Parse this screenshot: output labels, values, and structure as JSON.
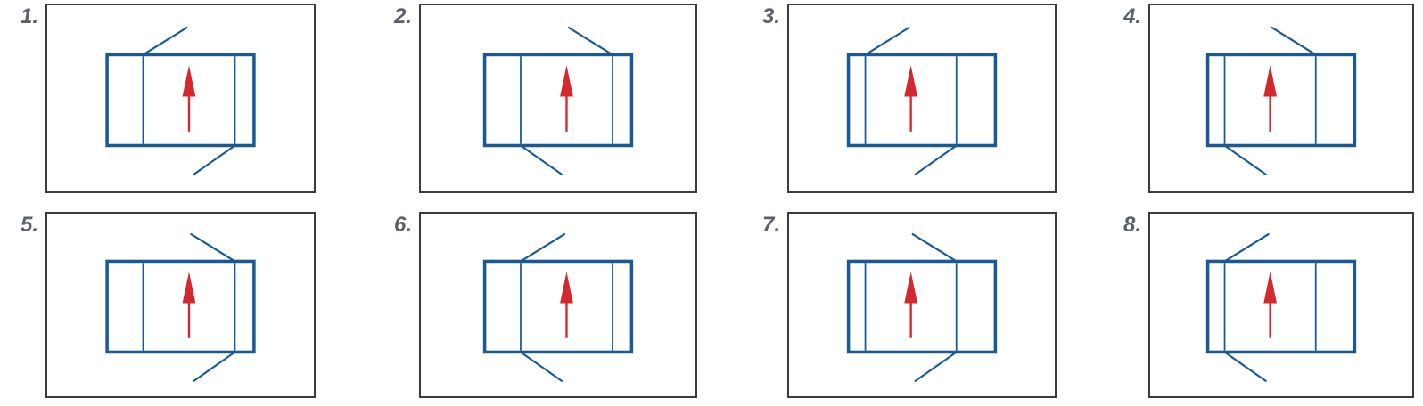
{
  "page": {
    "background": "#ffffff"
  },
  "colors": {
    "figure_blue": "#1a5a94",
    "arrow_red": "#d2282e",
    "panel_border": "#3c3c3c",
    "label_gray": "#5b6169"
  },
  "options": [
    {
      "label": "1.",
      "dividers": [
        0.245,
        0.87
      ],
      "top_diagonal": {
        "attach": "left-divider",
        "direction": "up-right"
      },
      "bottom_diagonal": {
        "attach": "right-divider",
        "direction": "down-left"
      },
      "arrow_direction": "up"
    },
    {
      "label": "2.",
      "dividers": [
        0.245,
        0.87
      ],
      "top_diagonal": {
        "attach": "right-divider",
        "direction": "up-left"
      },
      "bottom_diagonal": {
        "attach": "left-divider",
        "direction": "down-right"
      },
      "arrow_direction": "up"
    },
    {
      "label": "3.",
      "dividers": [
        0.115,
        0.735
      ],
      "top_diagonal": {
        "attach": "left-divider",
        "direction": "up-right"
      },
      "bottom_diagonal": {
        "attach": "right-divider",
        "direction": "down-left"
      },
      "arrow_direction": "up"
    },
    {
      "label": "4.",
      "dividers": [
        0.115,
        0.735
      ],
      "top_diagonal": {
        "attach": "right-divider",
        "direction": "up-left"
      },
      "bottom_diagonal": {
        "attach": "left-divider",
        "direction": "down-right"
      },
      "arrow_direction": "up"
    },
    {
      "label": "5.",
      "dividers": [
        0.245,
        0.87
      ],
      "top_diagonal": {
        "attach": "right-divider",
        "direction": "up-left"
      },
      "bottom_diagonal": {
        "attach": "right-divider",
        "direction": "down-left"
      },
      "arrow_direction": "up"
    },
    {
      "label": "6.",
      "dividers": [
        0.245,
        0.87
      ],
      "top_diagonal": {
        "attach": "left-divider",
        "direction": "up-right"
      },
      "bottom_diagonal": {
        "attach": "left-divider",
        "direction": "down-right"
      },
      "arrow_direction": "up"
    },
    {
      "label": "7.",
      "dividers": [
        0.115,
        0.735
      ],
      "top_diagonal": {
        "attach": "right-divider",
        "direction": "up-left"
      },
      "bottom_diagonal": {
        "attach": "right-divider",
        "direction": "down-left"
      },
      "arrow_direction": "up"
    },
    {
      "label": "8.",
      "dividers": [
        0.115,
        0.735
      ],
      "top_diagonal": {
        "attach": "left-divider",
        "direction": "up-right"
      },
      "bottom_diagonal": {
        "attach": "left-divider",
        "direction": "down-right"
      },
      "arrow_direction": "up"
    }
  ]
}
